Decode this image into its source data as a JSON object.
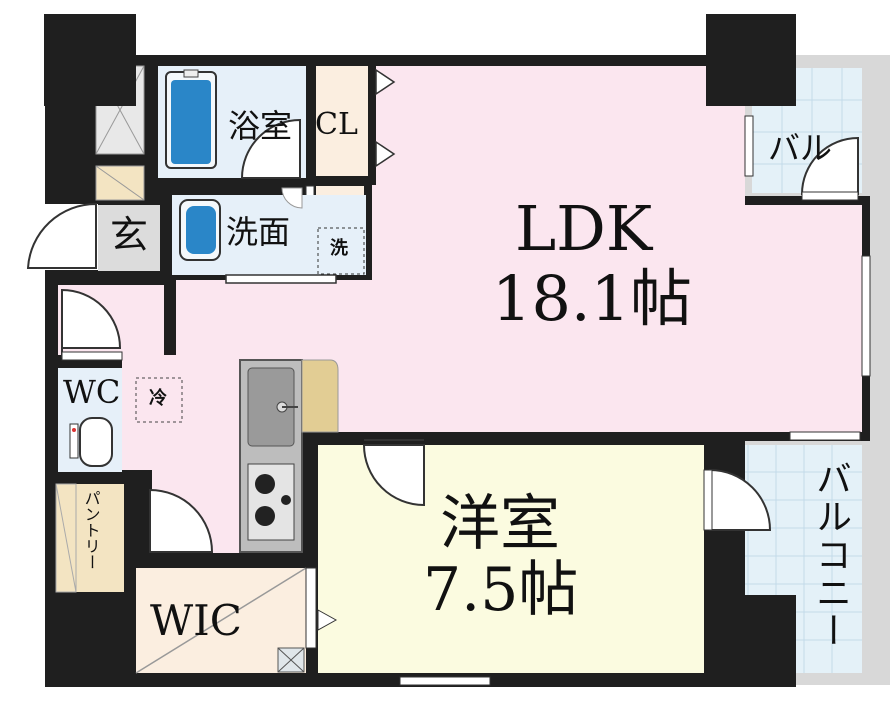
{
  "rooms": {
    "ldk_name": "LDK",
    "ldk_size": "18.1帖",
    "western_name": "洋室",
    "western_size": "7.5帖",
    "bath": "浴室",
    "closet": "CL",
    "washroom": "洗面",
    "washer": "洗",
    "entrance": "玄",
    "wc": "WC",
    "fridge": "冷",
    "pantry": "パントリー",
    "wic": "WIC",
    "balcony_small": "バル",
    "balcony": "バルコニー"
  },
  "colors": {
    "ldk": "#fbe6ef",
    "western": "#fbfbe0",
    "wet": "#e6f0f9",
    "storage": "#fbeee0",
    "wall": "#1f1f1f",
    "balcony": "#e4f1f8"
  }
}
